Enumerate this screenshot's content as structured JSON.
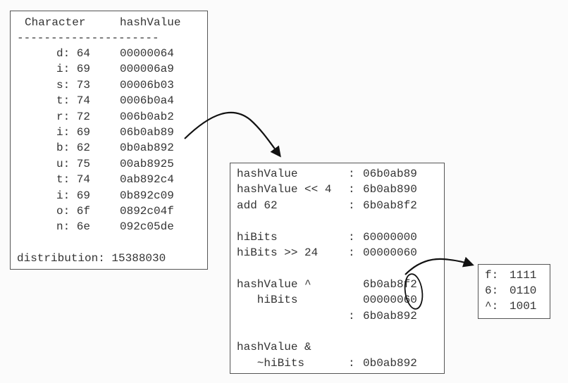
{
  "table": {
    "header": {
      "col1": "Character",
      "col2": "hashValue"
    },
    "separator": "---------------------",
    "rows": [
      {
        "label": "d: 64",
        "value": "00000064"
      },
      {
        "label": "i: 69",
        "value": "000006a9"
      },
      {
        "label": "s: 73",
        "value": "00006b03"
      },
      {
        "label": "t: 74",
        "value": "0006b0a4"
      },
      {
        "label": "r: 72",
        "value": "006b0ab2"
      },
      {
        "label": "i: 69",
        "value": "06b0ab89"
      },
      {
        "label": "b: 62",
        "value": "0b0ab892"
      },
      {
        "label": "u: 75",
        "value": "00ab8925"
      },
      {
        "label": "t: 74",
        "value": "0ab892c4"
      },
      {
        "label": "i: 69",
        "value": "0b892c09"
      },
      {
        "label": "o: 6f",
        "value": "0892c04f"
      },
      {
        "label": "n: 6e",
        "value": "092c05de"
      }
    ],
    "distribution": "distribution: 15388030"
  },
  "steps": {
    "lines": [
      {
        "label": "hashValue",
        "sep": ":",
        "value": "06b0ab89"
      },
      {
        "label": "hashValue << 4",
        "sep": ":",
        "value": "6b0ab890"
      },
      {
        "label": "add 62",
        "sep": ":",
        "value": "6b0ab8f2"
      },
      {
        "label": "",
        "sep": "",
        "value": ""
      },
      {
        "label": "hiBits",
        "sep": ":",
        "value": "60000000"
      },
      {
        "label": "hiBits >> 24",
        "sep": ":",
        "value": "00000060"
      },
      {
        "label": "",
        "sep": "",
        "value": ""
      },
      {
        "label": "hashValue ^",
        "sep": "",
        "value": "6b0ab8f2"
      },
      {
        "label": "   hiBits",
        "sep": "",
        "value": "00000060"
      },
      {
        "label": "",
        "sep": ":",
        "value": "6b0ab892"
      },
      {
        "label": "",
        "sep": "",
        "value": ""
      },
      {
        "label": "hashValue &",
        "sep": "",
        "value": ""
      },
      {
        "label": "   ~hiBits",
        "sep": ":",
        "value": "0b0ab892"
      }
    ]
  },
  "bits": {
    "lines": [
      {
        "label": "f:",
        "value": "1111"
      },
      {
        "label": "6:",
        "value": "0110"
      },
      {
        "label": "^:",
        "value": "1001"
      }
    ]
  }
}
